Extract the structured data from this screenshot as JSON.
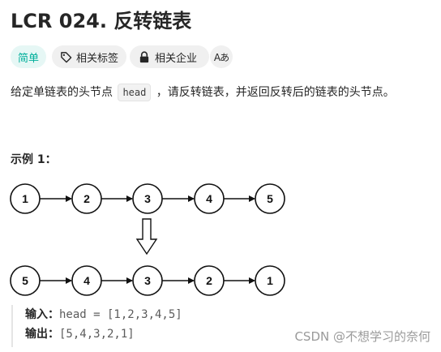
{
  "problem": {
    "title": "LCR 024. 反转链表",
    "tags": {
      "difficulty": "简单",
      "topics": "相关标签",
      "companies": "相关企业",
      "translate": "Aあ"
    },
    "description": {
      "before": "给定单链表的头节点 ",
      "code": "head",
      "after": " ，请反转链表，并返回反转后的链表的头节点。"
    },
    "example": {
      "title": "示例 1：",
      "input_label": "输入：",
      "input_value": "head = [1,2,3,4,5]",
      "output_label": "输出：",
      "output_value": "[5,4,3,2,1]",
      "original_list": [
        "1",
        "2",
        "3",
        "4",
        "5"
      ],
      "reversed_list": [
        "5",
        "4",
        "3",
        "2",
        "1"
      ]
    }
  },
  "watermark": "CSDN @不想学习的奈何",
  "colors": {
    "difficulty_easy": "#00af9b",
    "text": "#262626",
    "node_stroke": "#111111"
  },
  "icons": {
    "topics": "tag-icon",
    "companies": "lock-icon",
    "translate": "translate-icon"
  }
}
